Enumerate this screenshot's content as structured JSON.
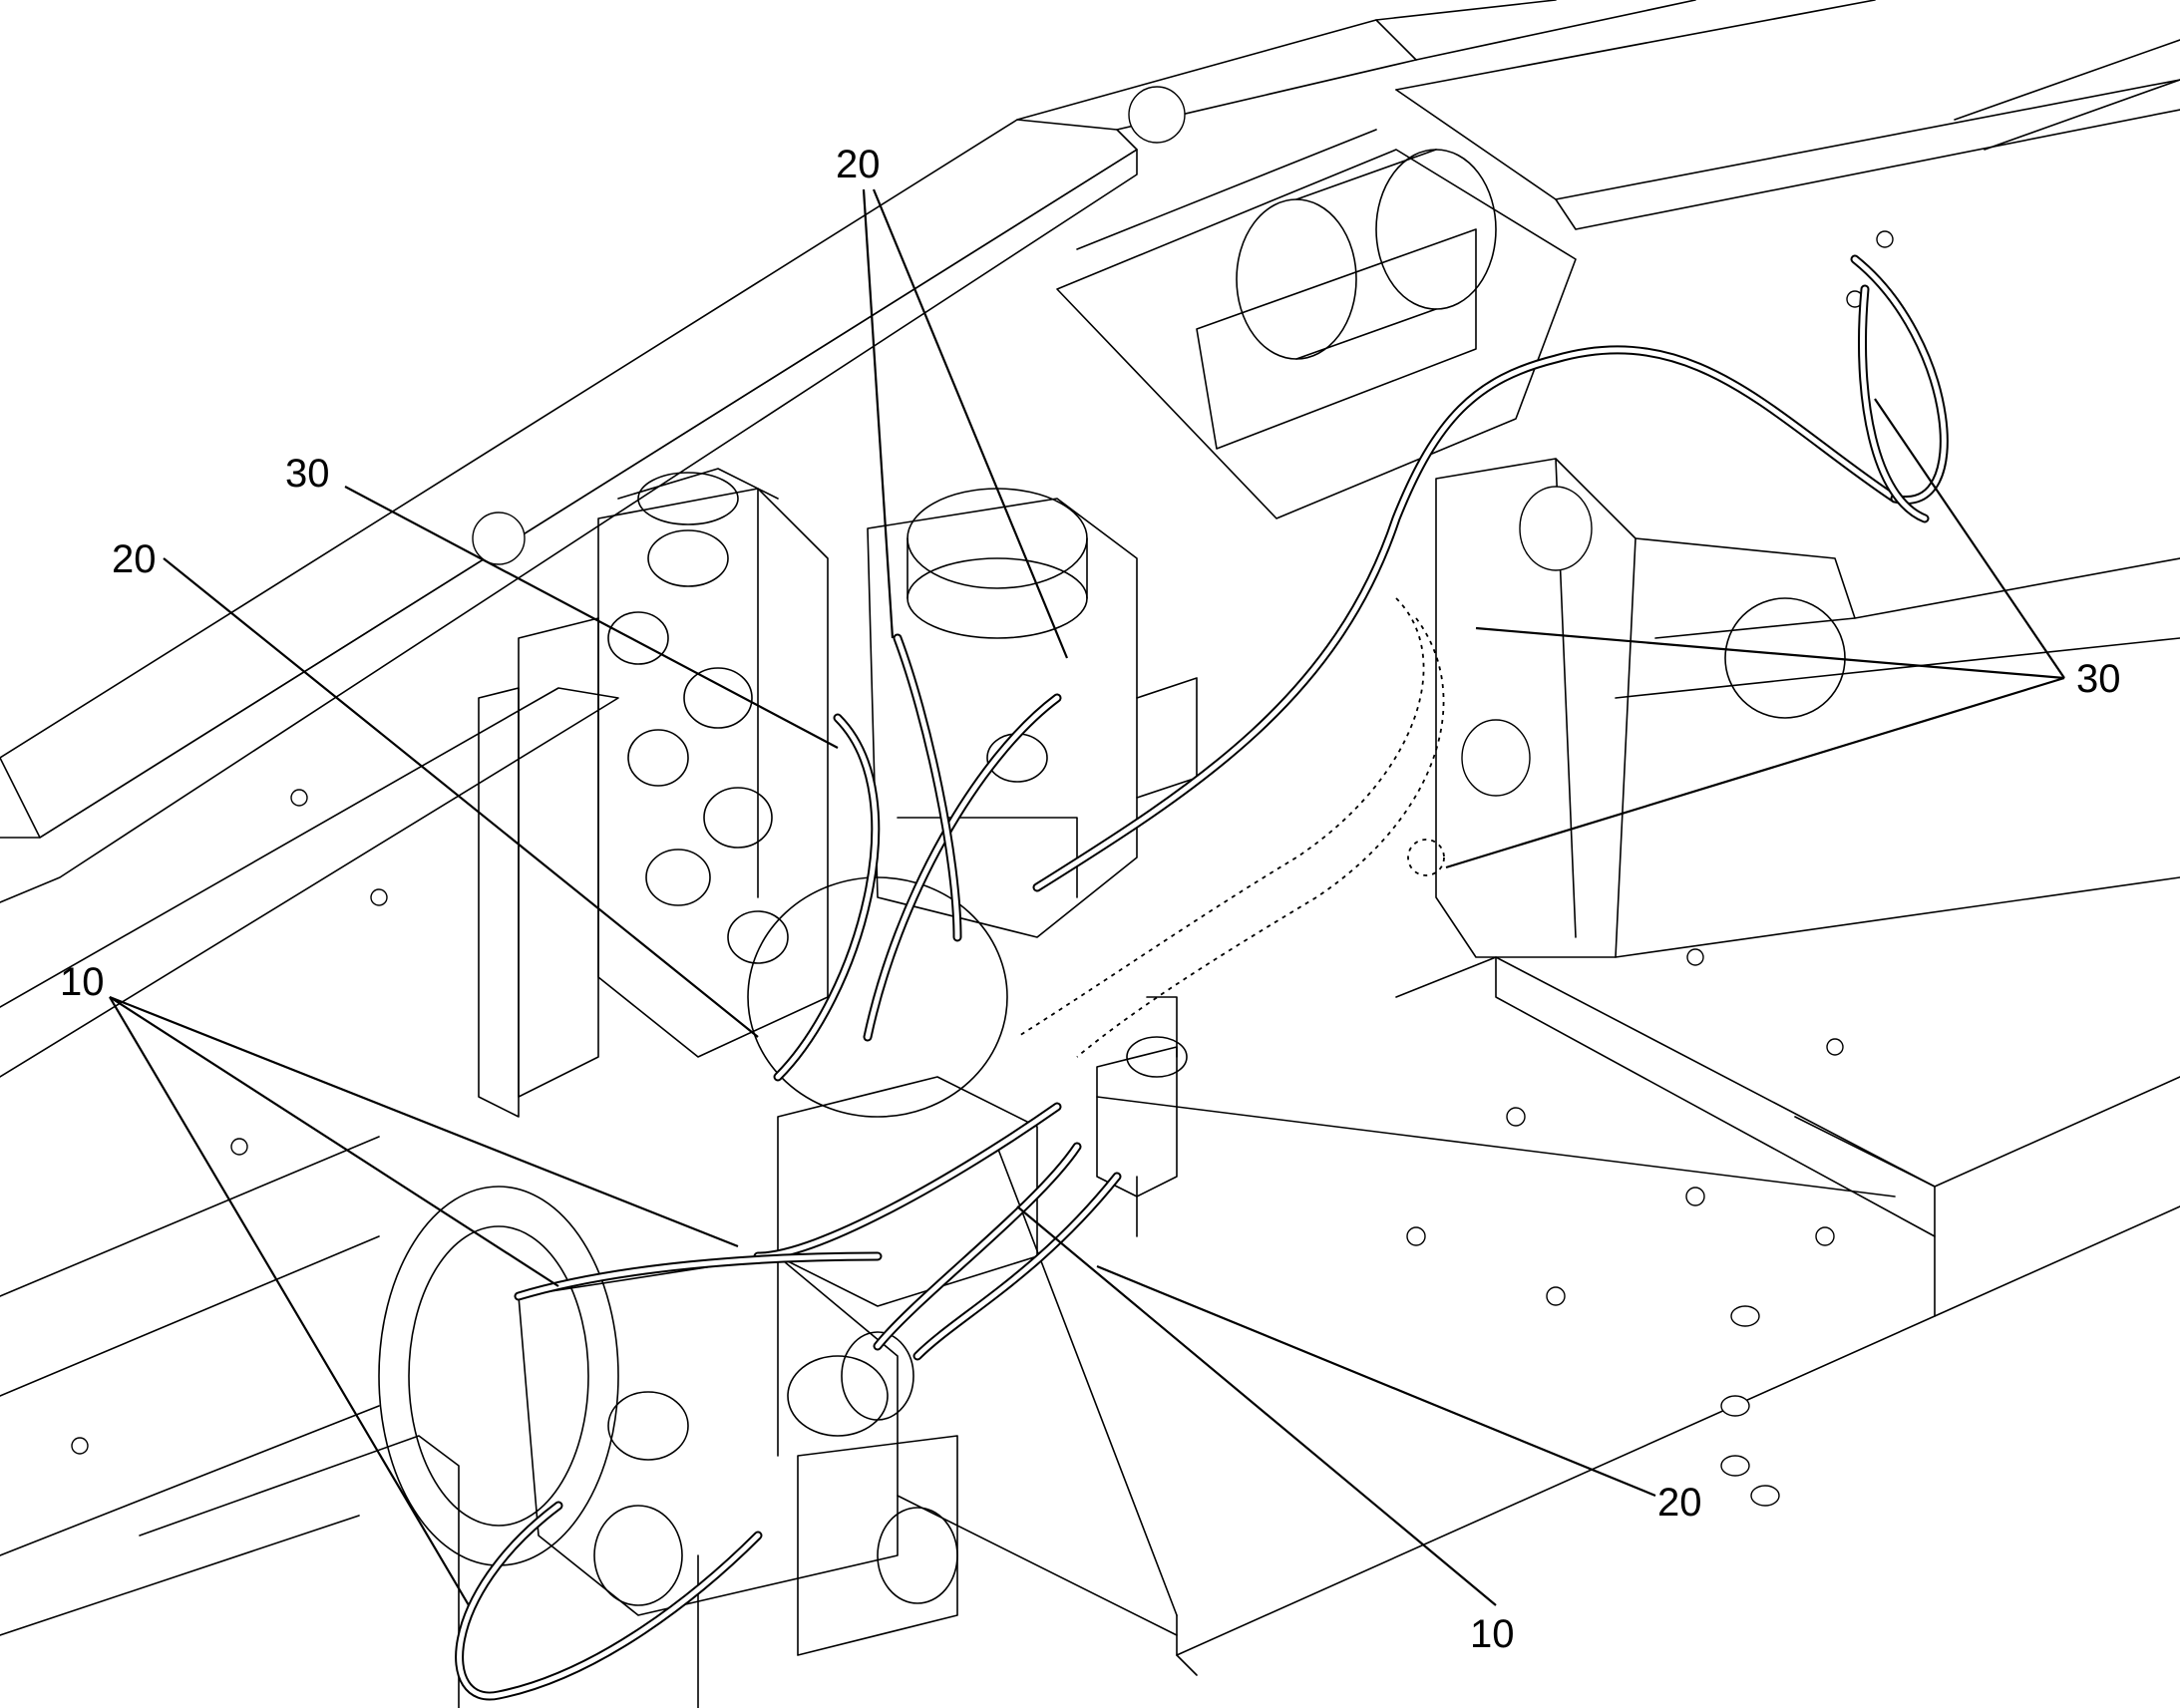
{
  "callouts": [
    {
      "id": "c20-top",
      "label": "20"
    },
    {
      "id": "c30-left",
      "label": "30"
    },
    {
      "id": "c20-left",
      "label": "20"
    },
    {
      "id": "c10-left",
      "label": "10"
    },
    {
      "id": "c30-right",
      "label": "30"
    },
    {
      "id": "c20-bottom",
      "label": "20"
    },
    {
      "id": "c10-bottom",
      "label": "10"
    }
  ]
}
